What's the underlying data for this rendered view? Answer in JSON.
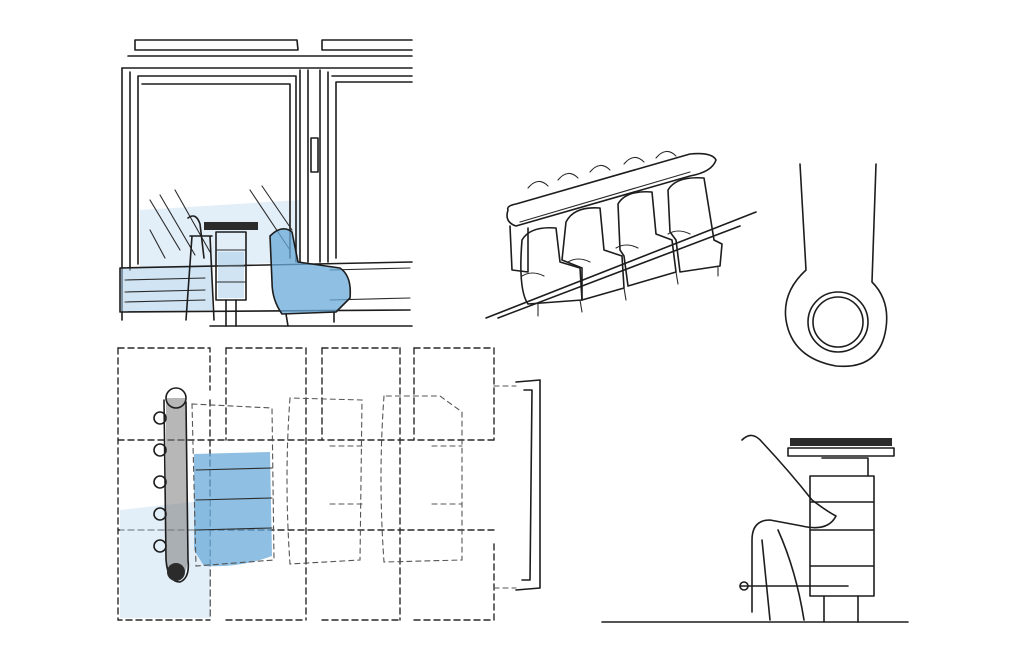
{
  "sheet": {
    "paper_color": "#ffffff",
    "ink_color": "#1d1d1d",
    "accent_color": "#6aa9d8",
    "views": [
      "interior-elevation-sketch",
      "theater-seating-perspective",
      "curved-wall-plan-detail",
      "seating-layout-plan",
      "bar-stool-side-elevation"
    ]
  }
}
